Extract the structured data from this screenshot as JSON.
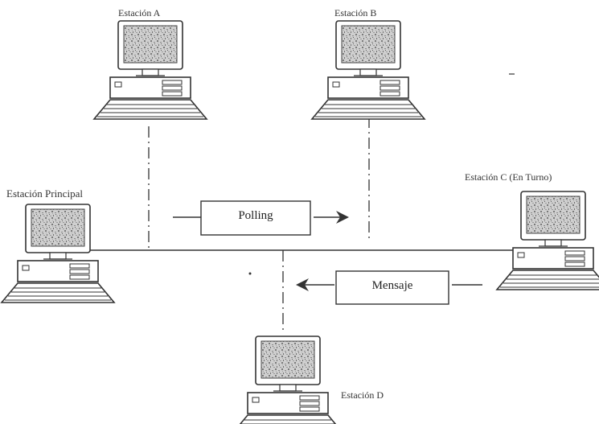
{
  "stations": {
    "a": {
      "label": "Estación A"
    },
    "b": {
      "label": "Estación B"
    },
    "principal": {
      "label": "Estación Principal"
    },
    "c": {
      "label": "Estación C (En Turno)"
    },
    "d": {
      "label": "Estación D"
    }
  },
  "messages": {
    "polling": {
      "label": "Polling",
      "direction": "right"
    },
    "mensaje": {
      "label": "Mensaje",
      "direction": "left"
    }
  },
  "colors": {
    "line": "#333333",
    "screen_fill": "#bdbdbd",
    "text": "#333333"
  }
}
